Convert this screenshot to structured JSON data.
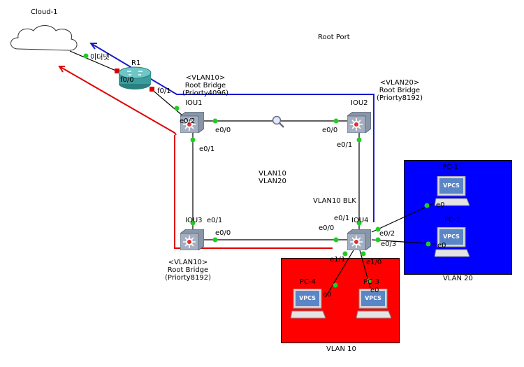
{
  "cloud": {
    "label": "Cloud-1",
    "port": "이더넷"
  },
  "router": {
    "label": "R1",
    "port_cloud": "f0/0",
    "port_switch": "f0/1"
  },
  "switches": {
    "iou1": {
      "label": "IOU1",
      "port_down": "e0/1",
      "port_right": "e0/0",
      "port_router": "e0/2"
    },
    "iou2": {
      "label": "IOU2",
      "port_left": "e0/0",
      "port_down": "e0/1"
    },
    "iou3": {
      "label": "IOU3",
      "port_up": "e0/1",
      "port_right": "e0/0"
    },
    "iou4": {
      "label": "IOU4",
      "port_up": "e0/1",
      "port_left": "e0/0",
      "port_pc1": "e0/2",
      "port_pc2": "e0/3",
      "port_pc4": "e1/1",
      "port_pc3": "e1/0"
    }
  },
  "pcs": {
    "pc1": {
      "label": "PC-1",
      "screen": "VPCS",
      "port": "e0"
    },
    "pc2": {
      "label": "PC-2",
      "screen": "VPCS",
      "port": "e0"
    },
    "pc3": {
      "label": "PC-3",
      "screen": "VPCS",
      "port": "e0"
    },
    "pc4": {
      "label": "PC-4",
      "screen": "VPCS",
      "port": "e0"
    }
  },
  "annotations": {
    "root_port": "Root Port",
    "vlan10_root_iou1": [
      "<VLAN10>",
      "Root Bridge",
      "(Priorty4096)"
    ],
    "vlan20_root_iou2": [
      "<VLAN20>",
      "Root Bridge",
      "(Priorty8192)"
    ],
    "vlan10_root_iou3": [
      "<VLAN10>",
      "Root Bridge",
      "(Priorty8192)"
    ],
    "center_vlans": [
      "VLAN10",
      "VLAN20"
    ],
    "vlan10_blk": "VLAN10 BLK"
  },
  "zones": {
    "vlan10": {
      "label": "VLAN 10",
      "color": "#ff0000"
    },
    "vlan20": {
      "label": "VLAN 20",
      "color": "#0000ff"
    }
  },
  "colors": {
    "link": "#000000",
    "port_dot": "#22cc22",
    "shutdown_dot": "#dd0000",
    "red_path": "#e00000",
    "blue_path": "#1a1acc"
  }
}
